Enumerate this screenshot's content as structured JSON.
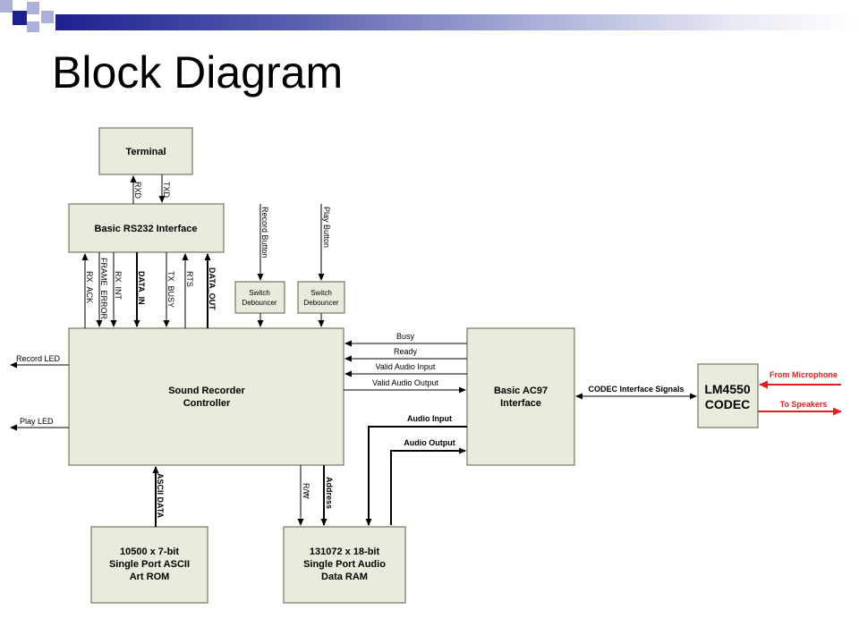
{
  "title": "Block Diagram",
  "colors": {
    "block_fill": "#e8ecdc",
    "block_stroke": "#6f7a62",
    "line": "#000000",
    "mic_speaker_arrow": "#e02020",
    "header_accent": "#1f1f8f",
    "header_light": "#aab0d8"
  },
  "blocks": {
    "terminal": "Terminal",
    "rs232": "Basic RS232 Interface",
    "debouncer_record_line1": "Switch",
    "debouncer_record_line2": "Debouncer",
    "debouncer_play_line1": "Switch",
    "debouncer_play_line2": "Debouncer",
    "controller_line1": "Sound Recorder",
    "controller_line2": "Controller",
    "ac97_line1": "Basic AC97",
    "ac97_line2": "Interface",
    "codec_line1": "LM4550",
    "codec_line2": "CODEC",
    "rom_line1": "10500 x 7-bit",
    "rom_line2": "Single Port ASCII",
    "rom_line3": "Art ROM",
    "ram_line1": "131072 x 18-bit",
    "ram_line2": "Single Port Audio",
    "ram_line3": "Data RAM"
  },
  "signals": {
    "rxd": "RXD",
    "txd": "TXD",
    "rx_ack": "RX_ACK",
    "frame_error": "FRAME_ERROR",
    "rx_int": "RX_INT",
    "data_in": "DATA_IN",
    "tx_busy": "TX_BUSY",
    "rts": "RTS",
    "data_out": "DATA_OUT",
    "record_button": "Record Button",
    "play_button": "Play Button",
    "record_led": "Record LED",
    "play_led": "Play LED",
    "busy": "Busy",
    "ready": "Ready",
    "valid_audio_input": "Valid Audio Input",
    "valid_audio_output": "Valid Audio Output",
    "audio_input": "Audio Input",
    "audio_output": "Audio Output",
    "codec_interface": "CODEC Interface Signals",
    "from_microphone": "From Microphone",
    "to_speakers": "To Speakers",
    "ascii_data": "ASCII DATA",
    "rw": "R/W",
    "address": "Address"
  }
}
